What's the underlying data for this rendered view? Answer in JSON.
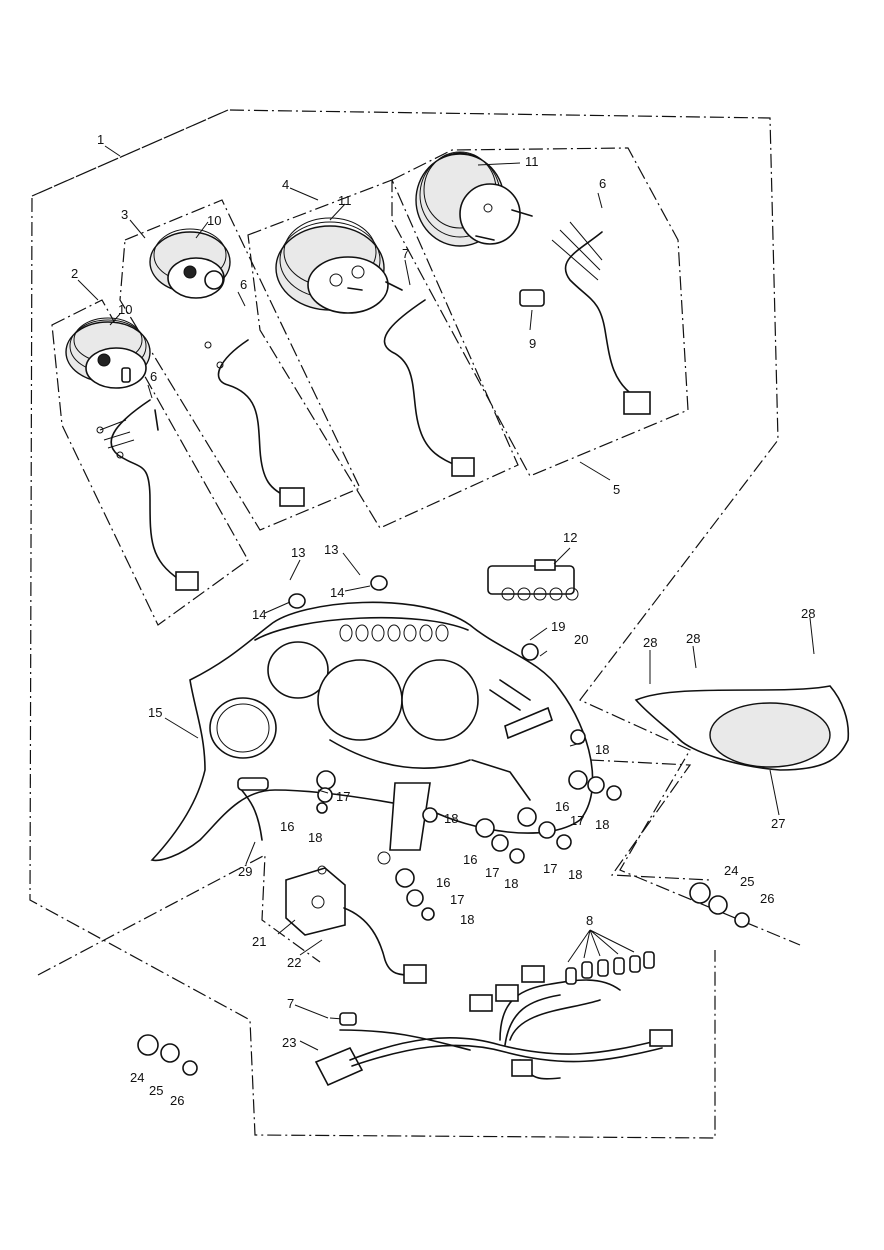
{
  "diagram": {
    "type": "exploded-parts-diagram",
    "callouts": {
      "c1": "1",
      "c2": "2",
      "c3": "3",
      "c4": "4",
      "c5": "5",
      "c6a": "6",
      "c6b": "6",
      "c6c": "6",
      "c7a": "7",
      "c7b": "7",
      "c8": "8",
      "c9": "9",
      "c10a": "10",
      "c10b": "10",
      "c11a": "11",
      "c11b": "11",
      "c12": "12",
      "c13a": "13",
      "c13b": "13",
      "c14a": "14",
      "c14b": "14",
      "c15": "15",
      "c16a": "16",
      "c16b": "16",
      "c16c": "16",
      "c16d": "16",
      "c17a": "17",
      "c17b": "17",
      "c17c": "17",
      "c17d": "17",
      "c17e": "17",
      "c18a": "18",
      "c18b": "18",
      "c18c": "18",
      "c18d": "18",
      "c18e": "18",
      "c18f": "18",
      "c18g": "18",
      "c19": "19",
      "c20": "20",
      "c21": "21",
      "c22": "22",
      "c23": "23",
      "c24a": "24",
      "c24b": "24",
      "c25a": "25",
      "c25b": "25",
      "c26a": "26",
      "c26b": "26",
      "c27": "27",
      "c28a": "28",
      "c28b": "28",
      "c28c": "28",
      "c29": "29"
    }
  }
}
